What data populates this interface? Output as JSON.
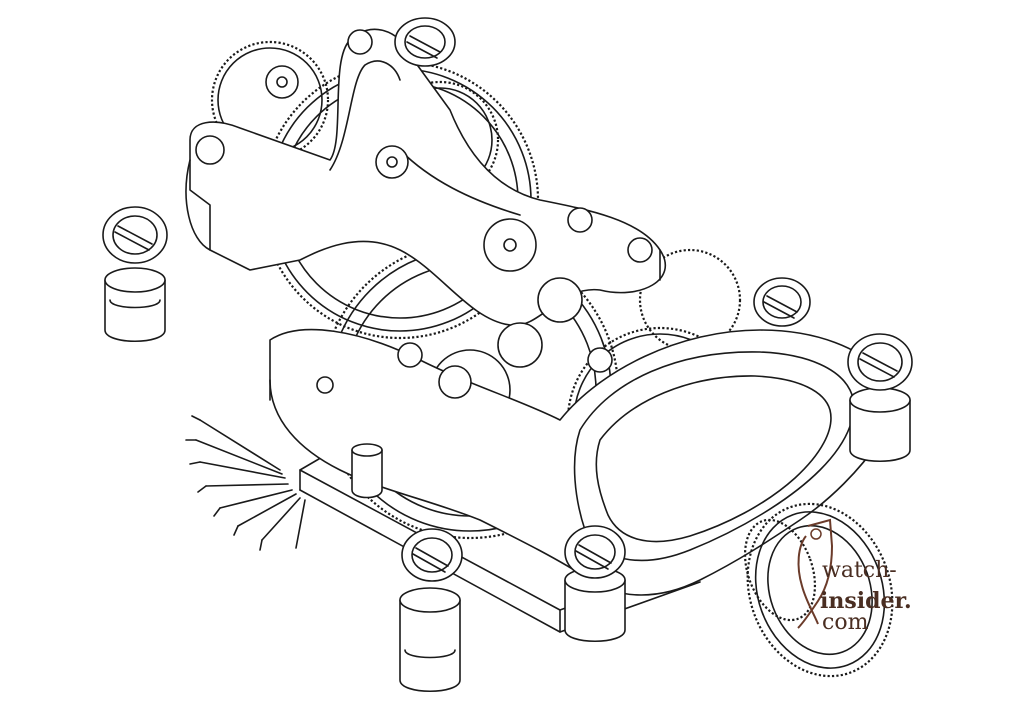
{
  "watermark": {
    "line1": "watch-",
    "line2": "insider.",
    "line3": "com",
    "color": "#4a2e22"
  },
  "drawing": {
    "style": "technical line drawing",
    "subject_icon": "tourbillon-movement-icon",
    "line_color": "#1a1a1a",
    "background": "#ffffff"
  }
}
